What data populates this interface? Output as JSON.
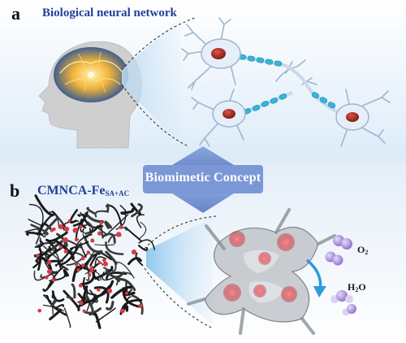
{
  "panel_a": {
    "letter": "a",
    "title": "Biological neural network"
  },
  "panel_b": {
    "letter": "b",
    "title_main": "CMNCA-Fe",
    "title_subscript": "SA+AC"
  },
  "center_label": "Biomimetic Concept",
  "reaction": {
    "reactant_main": "O",
    "reactant_sub": "2",
    "product_main": "H",
    "product_sub": "2",
    "product_tail": "O"
  },
  "colors": {
    "title_blue": "#1f3f99",
    "arrow_blue": "#7b98d6",
    "neuron_body": "#e6eef7",
    "neuron_outline": "#9fb5cf",
    "nucleus": "#a3261c",
    "myelin": "#33b6dc",
    "aerogel_fiber": "#1a1a1a",
    "fe_site": "#d93a44",
    "oxygen_atom": "#a78fd8",
    "reaction_arrow": "#2a9cd8"
  },
  "icons": [
    "human-head-icon",
    "brain-icon",
    "neuron-icon",
    "double-arrow-icon",
    "aerogel-icon",
    "molecule-icon"
  ]
}
